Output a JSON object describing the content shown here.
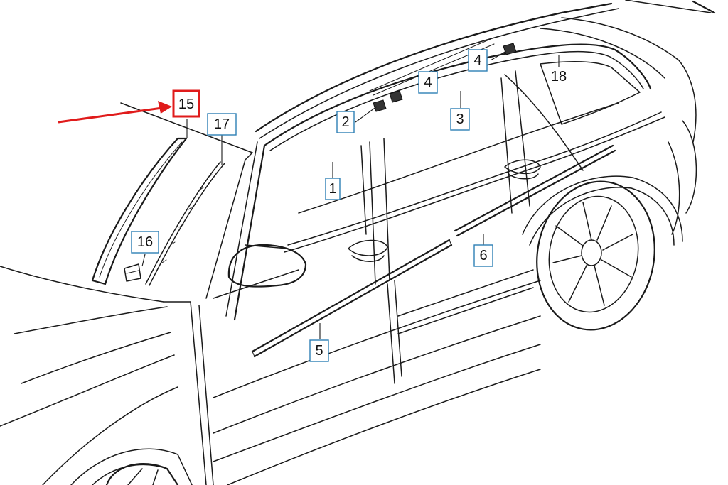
{
  "callouts": {
    "c1": "1",
    "c2": "2",
    "c3": "3",
    "c4a": "4",
    "c4b": "4",
    "c5": "5",
    "c6": "6",
    "c15": "15",
    "c16": "16",
    "c17": "17",
    "c18": "18"
  },
  "highlight": {
    "part": "15",
    "box_color": "#e01b1b",
    "arrow_color": "#e01b1b"
  },
  "colors": {
    "callout_border": "#2e7fb5",
    "line": "#1a1a1a"
  }
}
